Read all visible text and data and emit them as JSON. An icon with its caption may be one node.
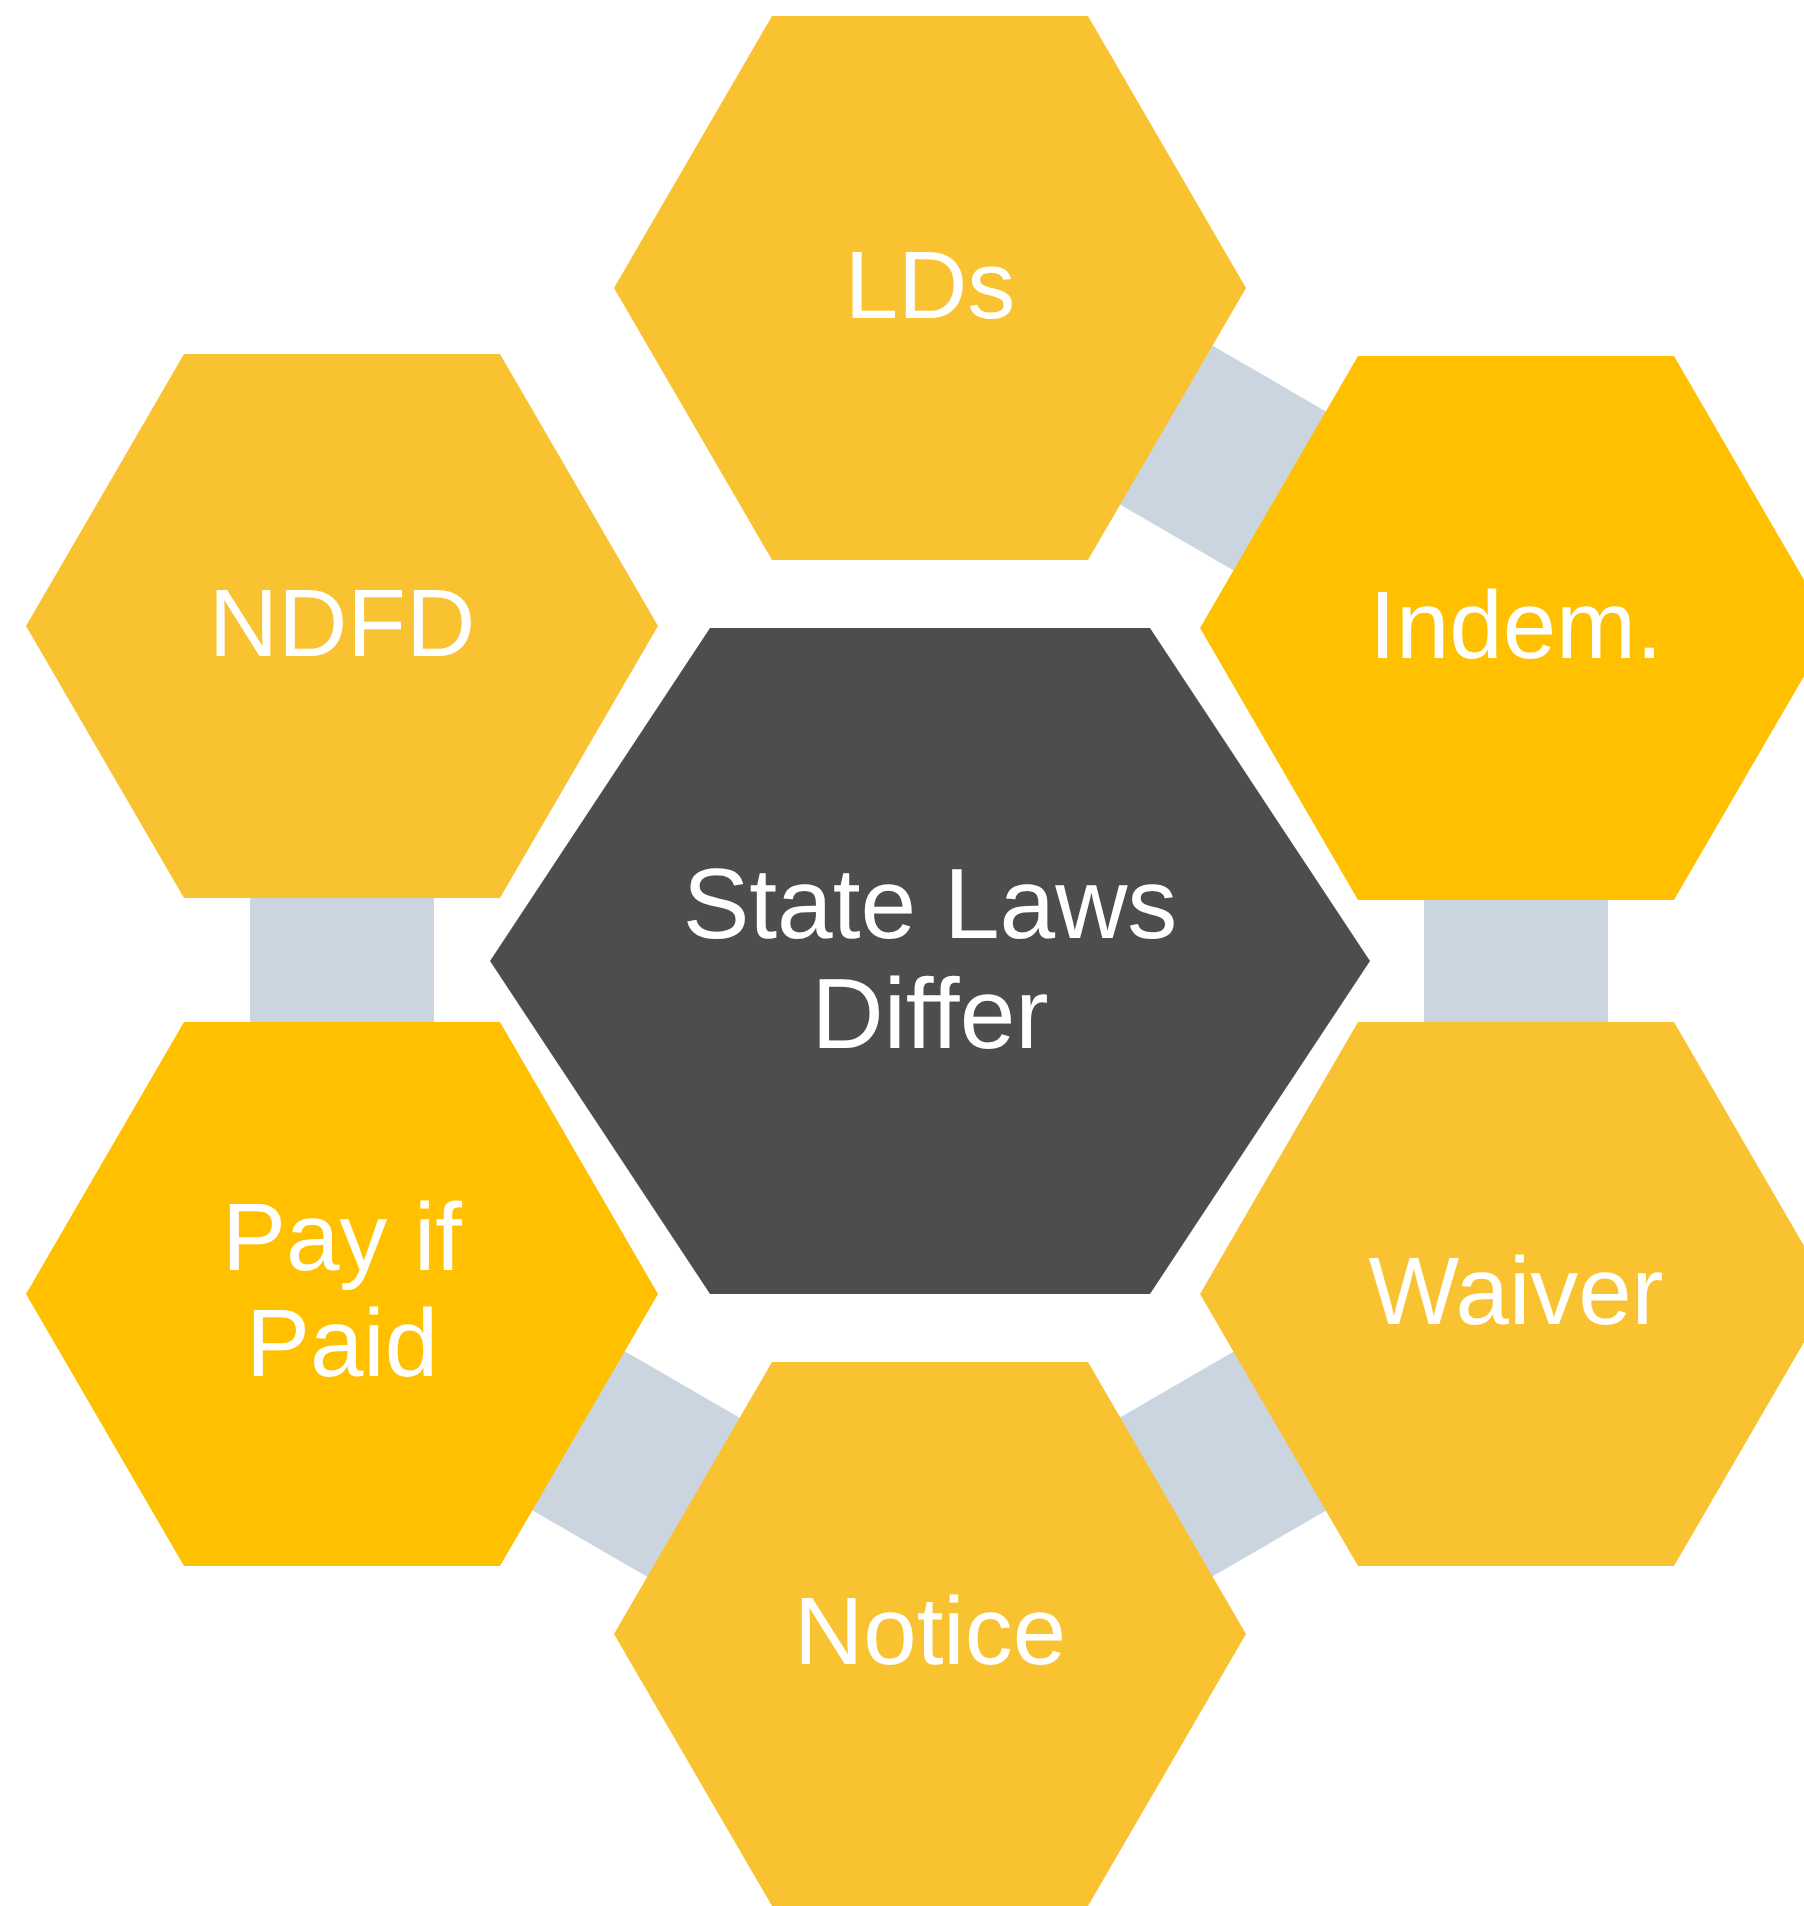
{
  "diagram": {
    "nodes": [
      {
        "text": [
          "State Laws Differ"
        ]
      },
      {
        "text": [
          "LDs"
        ]
      },
      {
        "text": [
          "Indem."
        ]
      },
      {
        "text": [
          "Waiver"
        ]
      },
      {
        "text": [
          "Notice"
        ]
      },
      {
        "text": [
          "Pay if Paid"
        ]
      },
      {
        "text": [
          "NDFD"
        ]
      }
    ],
    "edges": [
      {
        "from": 1,
        "to": 2,
        "arrow": "none"
      },
      {
        "from": 2,
        "to": 3,
        "arrow": "none"
      },
      {
        "from": 3,
        "to": 4,
        "arrow": "none"
      },
      {
        "from": 4,
        "to": 5,
        "arrow": "none"
      },
      {
        "from": 5,
        "to": 6,
        "arrow": "none"
      }
    ]
  }
}
